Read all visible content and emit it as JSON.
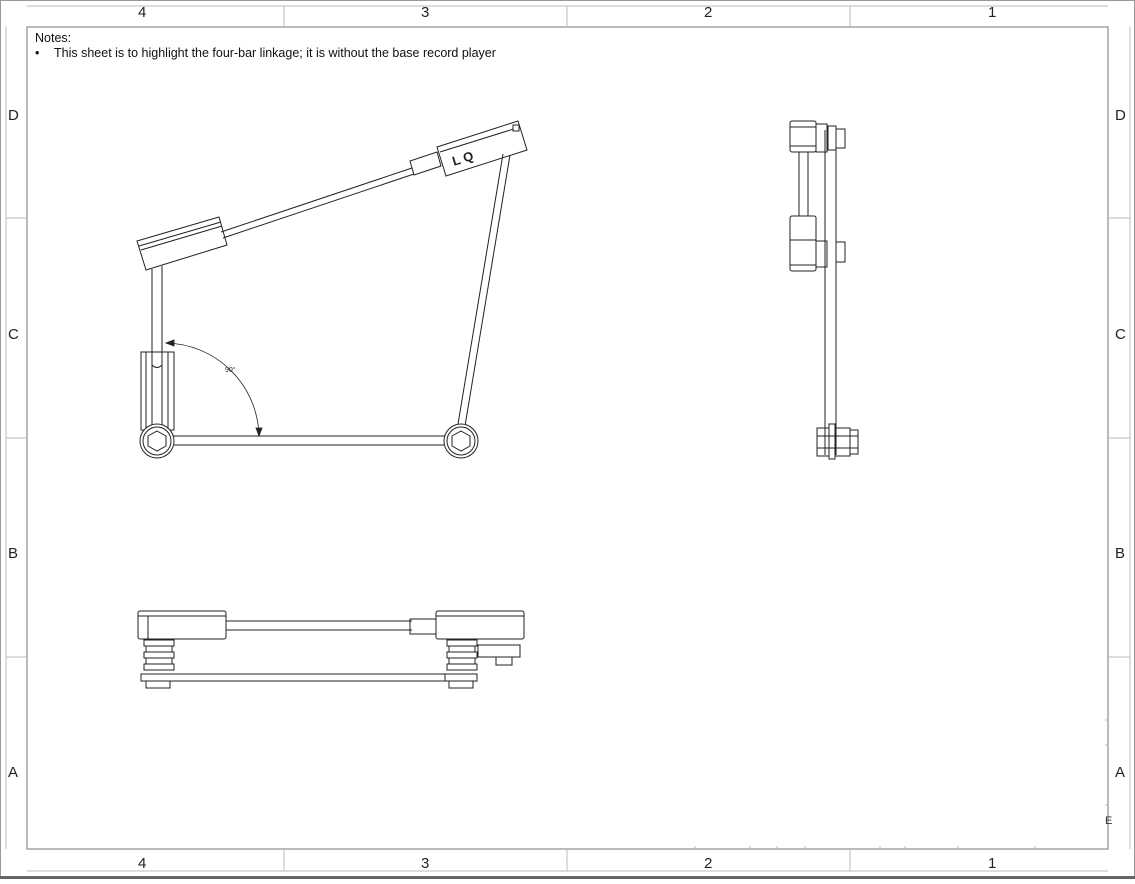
{
  "sheet": {
    "col_labels": [
      "4",
      "3",
      "2",
      "1"
    ],
    "row_labels": [
      "D",
      "C",
      "B",
      "A"
    ],
    "notes_title": "Notes:",
    "notes_items": [
      "This sheet is to highlight the four-bar linkage; it is without the base record player"
    ],
    "angle_dimension": "90°",
    "part_marking": "L Q",
    "edge_letter": "E"
  }
}
